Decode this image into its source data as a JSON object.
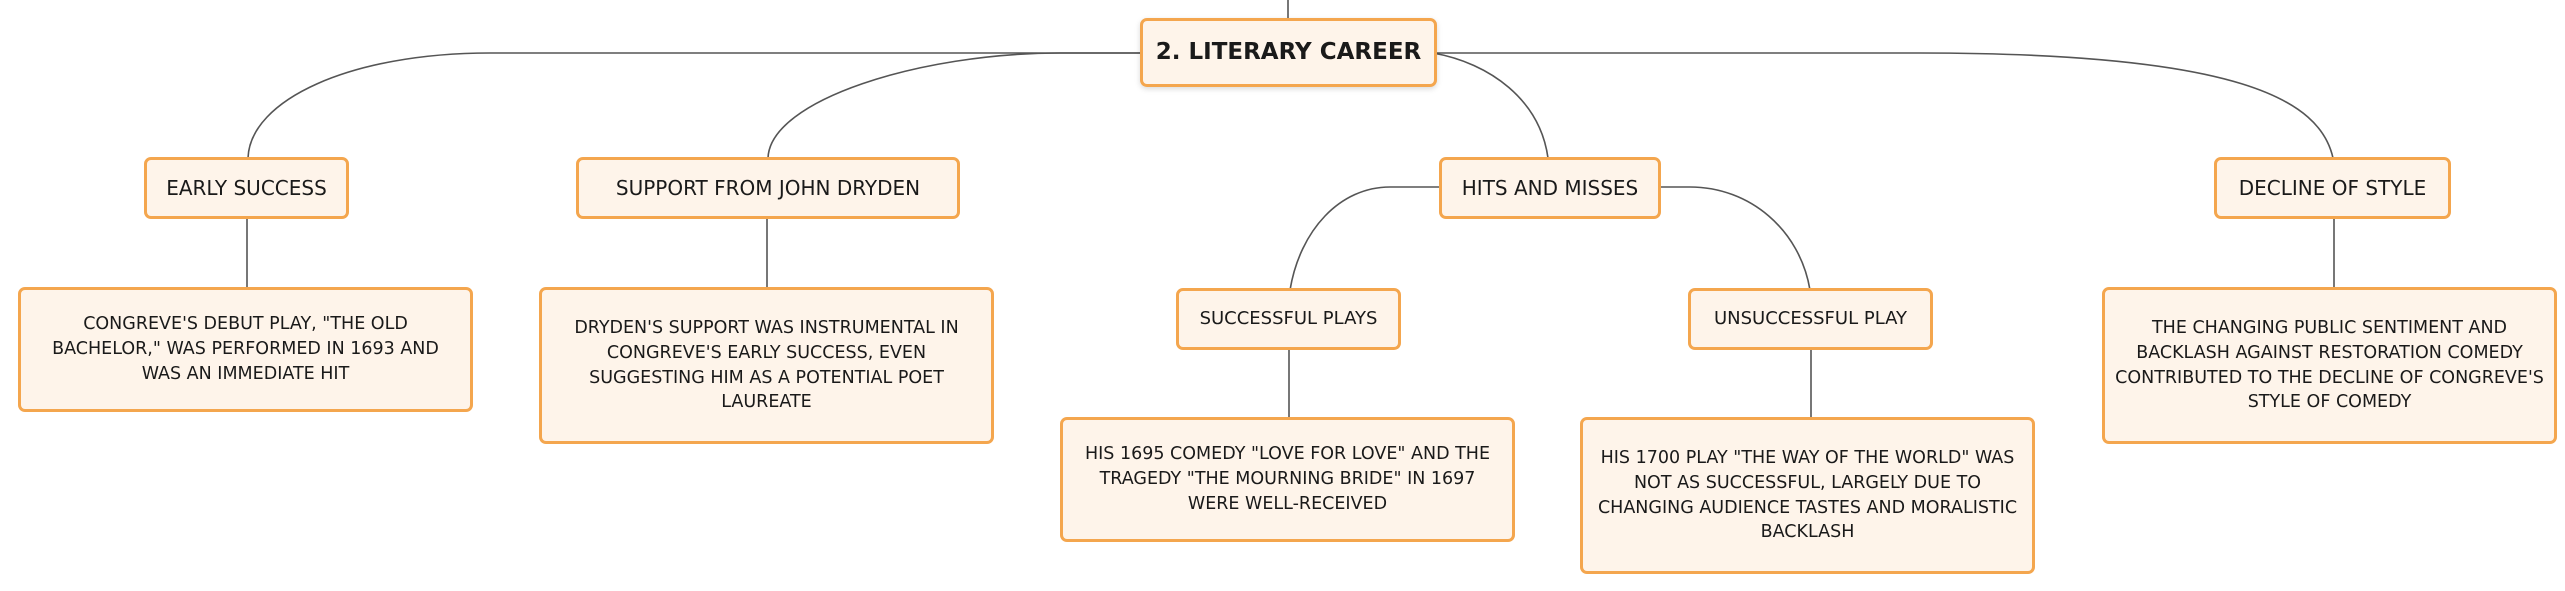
{
  "root": {
    "label": "2. Literary Career"
  },
  "topics": [
    {
      "label": "Early Success",
      "detail": "Congreve's debut play, \"The Old Bachelor,\" was performed in 1693 and was an immediate hit"
    },
    {
      "label": "Support from John Dryden",
      "detail": "Dryden's support was instrumental in Congreve's early success, even suggesting him as a potential poet laureate"
    },
    {
      "label": "Hits and Misses",
      "children": [
        {
          "label": "Successful Plays",
          "detail": "His 1695 comedy \"Love for Love\" and the tragedy \"The Mourning Bride\" in 1697 were well-received"
        },
        {
          "label": "Unsuccessful Play",
          "detail": "His 1700 play \"The Way of the World\" was not as successful, largely due to changing audience tastes and moralistic backlash"
        }
      ]
    },
    {
      "label": "Decline of Style",
      "detail": "The changing public sentiment and backlash against Restoration comedy contributed to the decline of Congreve's style of comedy"
    }
  ],
  "colors": {
    "node_fill": "#fef4ea",
    "node_border": "#f4a64e",
    "connector": "#555555"
  }
}
